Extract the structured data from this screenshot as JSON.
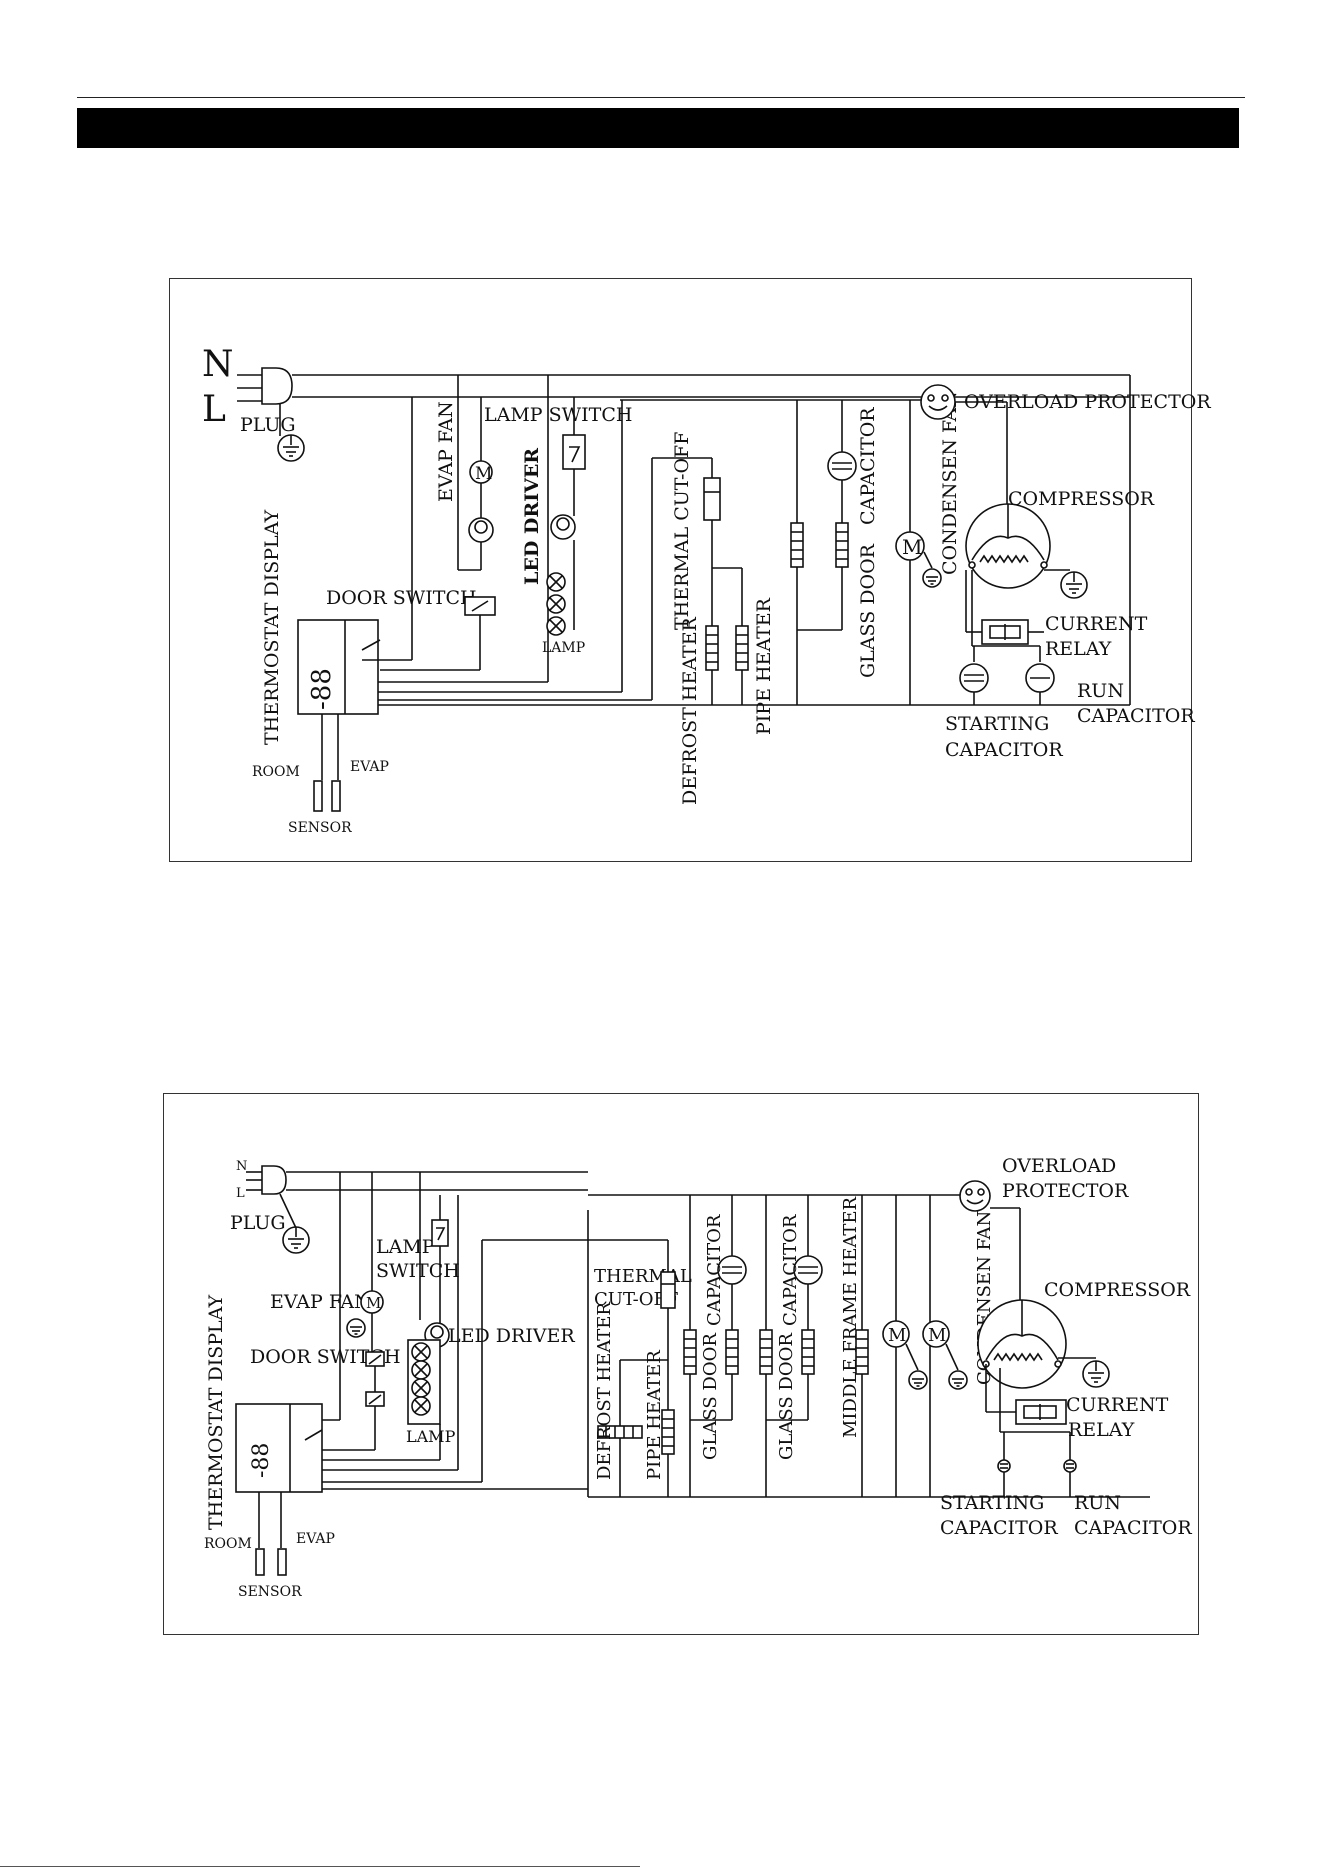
{
  "diagram1": {
    "N": "N",
    "L": "L",
    "plug": "PLUG",
    "evap_fan": "EVAP FAN",
    "lamp_switch": "LAMP SWITCH",
    "led_driver": "LED DRIVER",
    "lamp": "LAMP",
    "thermostat_display": "THERMOSTAT DISPLAY",
    "display_digits": "-88",
    "door_switch": "DOOR SWITCH",
    "room": "ROOM",
    "evap": "EVAP",
    "sensor": "SENSOR",
    "thermal_cutoff": "THERMAL CUT-OFF",
    "defrost_heater": "DEFROST HEATER",
    "pipe_heater": "PIPE HEATER",
    "glass_door": "GLASS DOOR",
    "capacitor": "CAPACITOR",
    "condensen_fan": "CONDENSEN FAN",
    "overload_protector": "OVERLOAD PROTECTOR",
    "compressor": "COMPRESSOR",
    "current": "CURRENT",
    "relay": "RELAY",
    "run": "RUN",
    "capacitor_run": "CAPACITOR",
    "starting": "STARTING",
    "capacitor_start": "CAPACITOR",
    "motor_symbol": "M"
  },
  "diagram2": {
    "N": "N",
    "L": "L",
    "plug": "PLUG",
    "lamp": "LAMP",
    "switch": "SWITCH",
    "evap_fan": "EVAP FAN",
    "led_driver": "LED DRIVER",
    "door_switch": "DOOR SWITCH",
    "lamp_label": "LAMP",
    "thermostat_display": "THERMOSTAT DISPLAY",
    "display_digits": "-88",
    "room": "ROOM",
    "evap": "EVAP",
    "sensor": "SENSOR",
    "thermal": "THERMAL",
    "cutoff": "CUT-OFF",
    "defrost_heater": "DEFROST HEATER",
    "pipe_heater": "PIPE HEATER",
    "capacitor_a": "CAPACITOR",
    "glass_door_a": "GLASS DOOR",
    "capacitor_b": "CAPACITOR",
    "glass_door_b": "GLASS DOOR",
    "middle_frame_heater": "MIDDLE FRAME HEATER",
    "condensen_fan": "CONDENSEN FAN",
    "overload": "OVERLOAD",
    "protector": "PROTECTOR",
    "compressor": "COMPRESSOR",
    "current": "CURRENT",
    "relay": "RELAY",
    "starting": "STARTING",
    "capacitor_start": "CAPACITOR",
    "run": "RUN",
    "capacitor_run": "CAPACITOR",
    "motor_symbol": "M"
  }
}
